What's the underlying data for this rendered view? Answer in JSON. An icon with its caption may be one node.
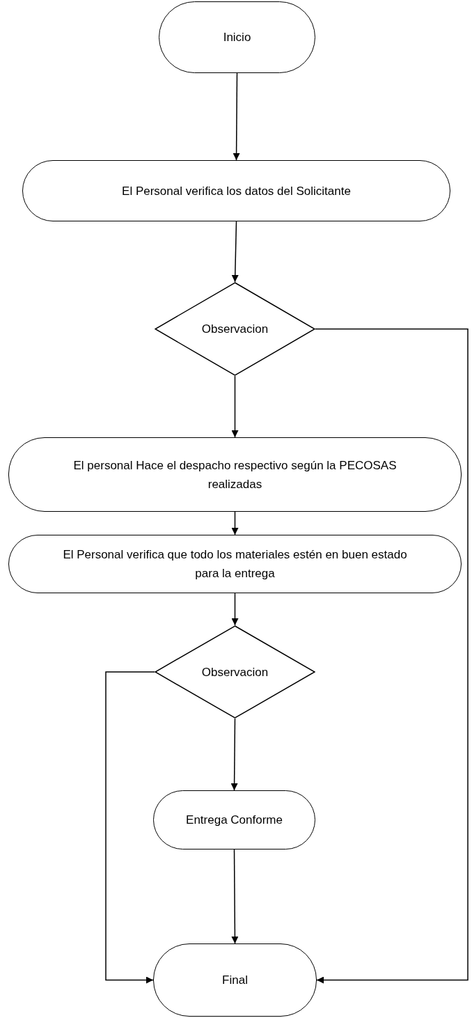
{
  "diagram": {
    "nodes": [
      {
        "text": [
          "Inicio"
        ]
      },
      {
        "text": [
          "El Personal verifica los datos del Solicitante"
        ]
      },
      {
        "text": [
          "Observacion"
        ]
      },
      {
        "text": [
          "El personal Hace el despacho respectivo según la PECOSAS realizadas"
        ]
      },
      {
        "text": [
          "El Personal verifica que todo los materiales estén en buen estado para la entrega"
        ]
      },
      {
        "text": [
          "Observacion"
        ]
      },
      {
        "text": [
          "Entrega Conforme"
        ]
      },
      {
        "text": [
          "Final"
        ]
      }
    ],
    "edges": [
      {
        "from": 0,
        "to": 1,
        "arrow": "to"
      },
      {
        "from": 1,
        "to": 2,
        "arrow": "to"
      },
      {
        "from": 2,
        "to": 7,
        "arrow": "to"
      },
      {
        "from": 2,
        "to": 3,
        "arrow": "to"
      },
      {
        "from": 3,
        "to": 4,
        "arrow": "to"
      },
      {
        "from": 4,
        "to": 5,
        "arrow": "to"
      },
      {
        "from": 5,
        "to": 7,
        "arrow": "to"
      },
      {
        "from": 5,
        "to": 6,
        "arrow": "to"
      },
      {
        "from": 6,
        "to": 7,
        "arrow": "to"
      }
    ]
  }
}
